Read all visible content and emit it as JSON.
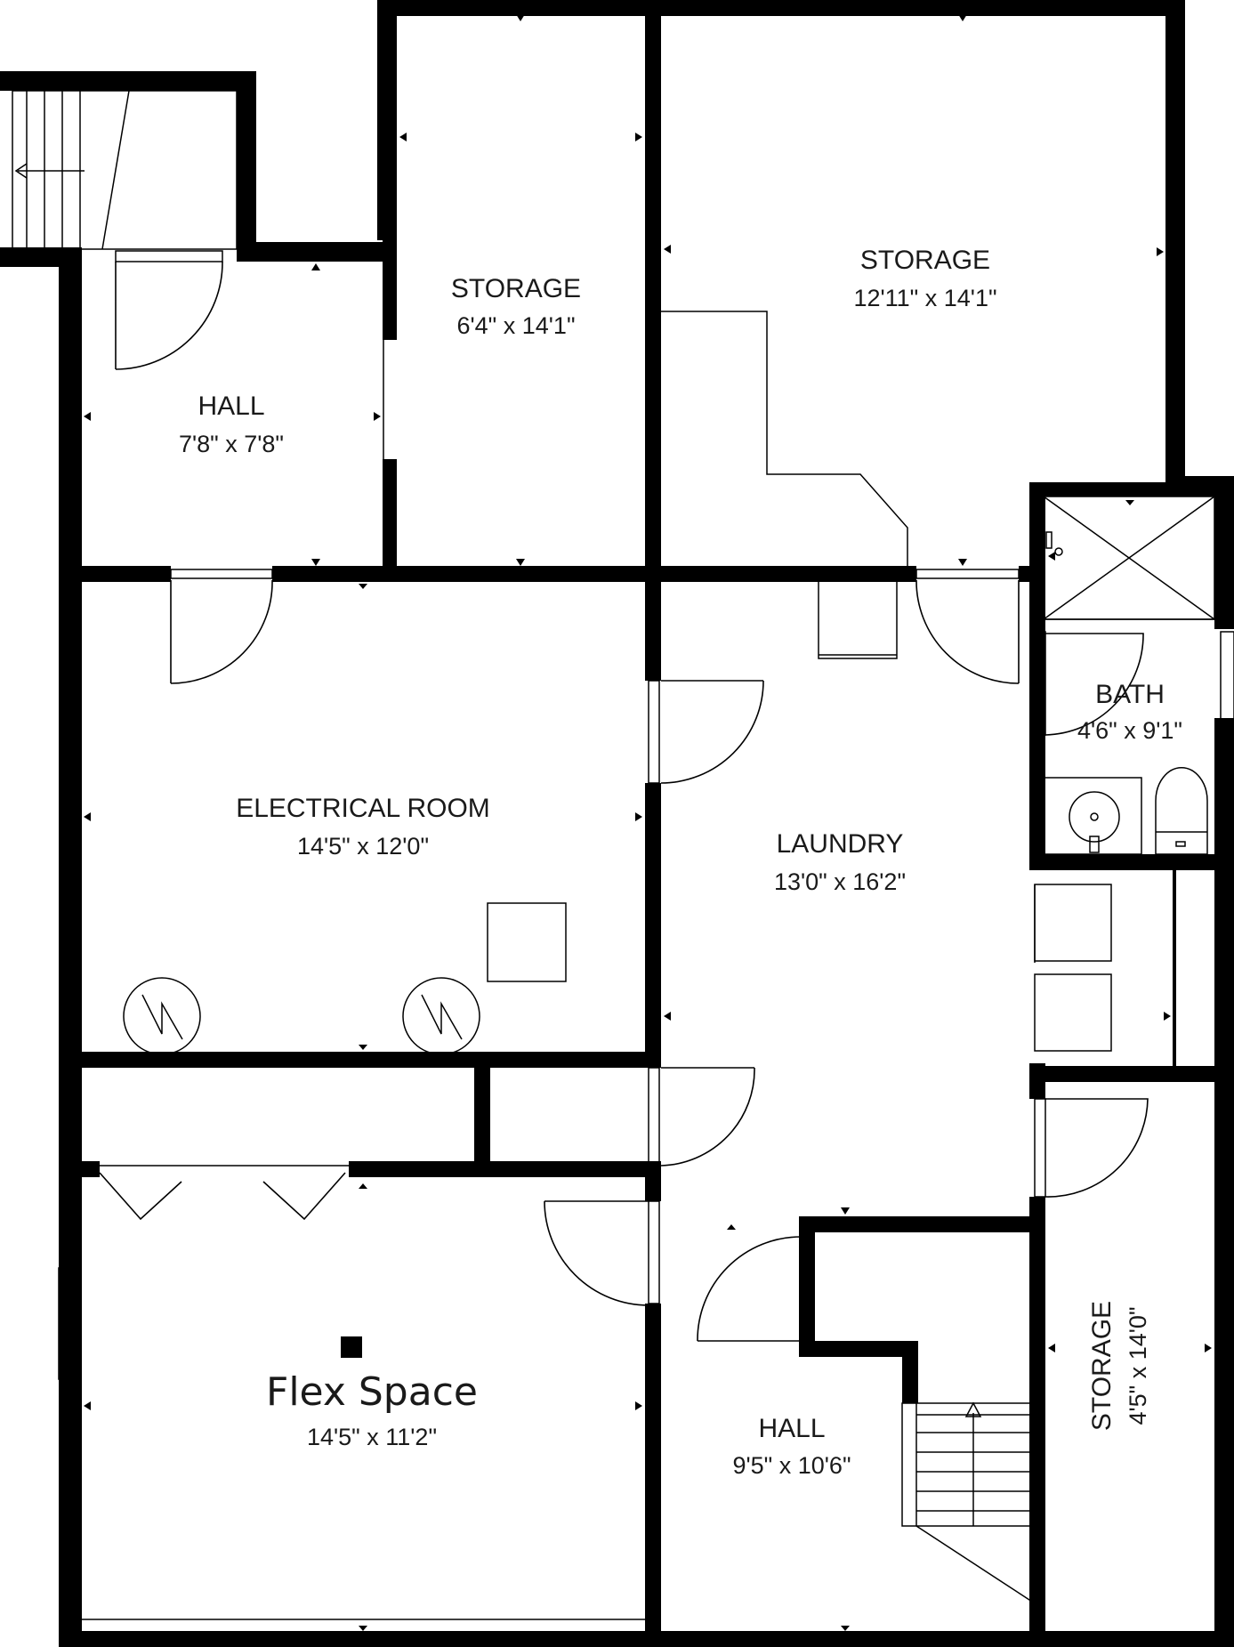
{
  "rooms": {
    "storage_small": {
      "name": "STORAGE",
      "dims": "6'4\" x 14'1\""
    },
    "storage_large": {
      "name": "STORAGE",
      "dims": "12'11\" x 14'1\""
    },
    "hall_top": {
      "name": "HALL",
      "dims": "7'8\" x 7'8\""
    },
    "electrical": {
      "name": "ELECTRICAL ROOM",
      "dims": "14'5\" x 12'0\""
    },
    "laundry": {
      "name": "LAUNDRY",
      "dims": "13'0\" x 16'2\""
    },
    "bath": {
      "name": "BATH",
      "dims": "4'6\" x 9'1\""
    },
    "flex": {
      "name": "Flex Space",
      "dims": "14'5\" x 11'2\""
    },
    "hall_bottom": {
      "name": "HALL",
      "dims": "9'5\" x 10'6\""
    },
    "storage_side": {
      "name": "STORAGE",
      "dims": "4'5\" x 14'0\""
    }
  }
}
